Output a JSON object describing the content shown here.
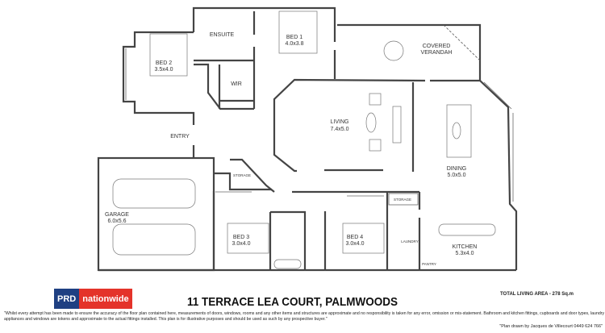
{
  "rooms": {
    "bed2": {
      "name": "BED 2",
      "size": "3.5x4.0"
    },
    "ensuite": {
      "name": "ENSUITE"
    },
    "bed1": {
      "name": "BED 1",
      "size": "4.0x3.8"
    },
    "verandah": {
      "line1": "COVERED",
      "line2": "VERANDAH"
    },
    "wir": {
      "name": "WIR"
    },
    "living": {
      "name": "LIVING",
      "size": "7.4x5.0"
    },
    "entry": {
      "name": "ENTRY"
    },
    "dining": {
      "name": "DINING",
      "size": "5.0x5.0"
    },
    "storage1": {
      "name": "STORAGE"
    },
    "storage2": {
      "name": "STORAGE"
    },
    "garage": {
      "name": "GARAGE",
      "size": "6.0x5.6"
    },
    "bed3": {
      "name": "BED 3",
      "size": "3.0x4.0"
    },
    "bed4": {
      "name": "BED 4",
      "size": "3.0x4.0"
    },
    "laundry": {
      "name": "LAUNDRY"
    },
    "kitchen": {
      "name": "KITCHEN",
      "size": "5.3x4.0"
    },
    "pantry": {
      "name": "PANTRY"
    }
  },
  "footer": {
    "logo_part1": "PRD",
    "logo_part2": "nationwide",
    "address": "11 TERRACE LEA COURT, PALMWOODS",
    "total_living_area": "TOTAL LIVING AREA  -  278 Sq.m",
    "disclaimer": "\"Whilst every attempt has been made to ensure the accuracy of the floor plan contained here, measurements of doors, windows, rooms and any other items and structures are approximate and no responsibility is taken for any error, omission or mis-statement. Bathroom and kitchen fittings, cupboards and door types, laundry appliances and windows are tokens and approximate to the actual fittings installed. This plan is for illustrative purposes and should be used as such by any prospective buyer.\"",
    "drawn_by": "\"Plan drawn by Jacques de Villecourt 0449 624 766\""
  },
  "colors": {
    "prd_blue": "#1f4082",
    "nationwide_red": "#e4332a"
  }
}
